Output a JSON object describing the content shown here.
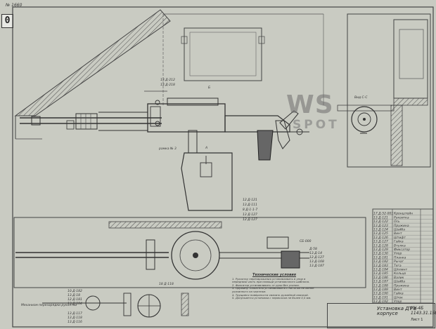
{
  "sheet": {
    "corner_mark": "0",
    "sheet_no": "№ 1660"
  },
  "watermark": {
    "main": "WS",
    "sub": "SPOT"
  },
  "callouts": {
    "top_view_label": "Б",
    "section_label": "A",
    "section_view": "Вид С-С",
    "bracket_label": "рамка № 3",
    "lower_label": "18 Д-118",
    "left_label": "Механизм перезарядки рукоятки",
    "upper_refs": [
      "13.Д-212",
      "13.Д-218"
    ],
    "mid_refs": [
      "12.Д-121",
      "13.Д-111",
      "8 Д-1-1-7",
      "13 Д-127",
      "12.Д-127"
    ],
    "right_refs": [
      "СБ-000",
      "Д-58",
      "13.Д-14",
      "12.Д-127",
      "13.Д-168",
      "13.Д-187"
    ],
    "left_stack_refs": [
      "10.Д-182",
      "13.Д-18",
      "12.Д-181",
      "13.Д-184"
    ],
    "bottom_left_refs": [
      "13.Д-117",
      "13.Д-118",
      "13.Д-116"
    ]
  },
  "notes": {
    "title": "Технические условия",
    "items": [
      "1. Рукоятку перезаряжания устанавливать в упор в переднюю часть при помощи установочного шаблона.",
      "2. Фиксатор устанавливать от руки без усилия.",
      "3. Пружину толкателя устанавливать с натягом не менее указанного на чертеже.",
      "4. Трущиеся поверхности смазать ружейной смазкой.",
      "5. Допускается установка с перекосом не более 0,5 мм."
    ]
  },
  "parts_list": {
    "codes": [
      "17.Д-52-001",
      "13.Д-121",
      "13.Д-122",
      "13.Д-123",
      "13.Д-124",
      "13.Д-125",
      "13.Д-126",
      "13.Д-127",
      "13.Д-128",
      "13.Д-129",
      "13.Д-130",
      "13.Д-181",
      "13.Д-182",
      "13.Д-183",
      "13.Д-184",
      "13.Д-185",
      "13.Д-186",
      "13.Д-187",
      "13.Д-188",
      "13.Д-189",
      "13.Д-190",
      "13.Д-191",
      "13.Д-192"
    ],
    "names": [
      "Кронштейн",
      "Рукоятка",
      "Ось",
      "Пружина",
      "Шайба",
      "Винт",
      "Штифт",
      "Гайка",
      "Втулка",
      "Фиксатор",
      "Упор",
      "Планка",
      "Рычаг",
      "Тяга",
      "Шплинт",
      "Кольцо",
      "Валик",
      "Шайба",
      "Пружина",
      "Винт",
      "Гайка",
      "Шток",
      "Упор"
    ]
  },
  "title_block": {
    "title": "Установка ДТ в корпусе",
    "code": "ИУ-4Б 1143.31.158",
    "sheet": "Лист 1"
  }
}
